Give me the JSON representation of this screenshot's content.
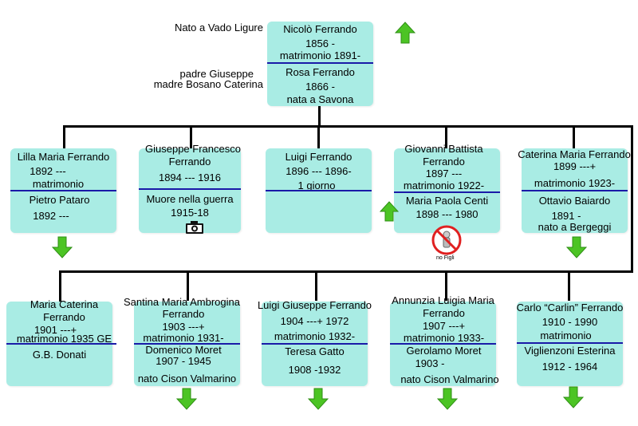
{
  "root": {
    "side_left_top": "Nato a Vado Ligure",
    "side_left_mid1": "padre Giuseppe",
    "side_left_mid2": "madre Bosano Caterina",
    "line1": "Nicolò Ferrando",
    "line2": "1856 -",
    "line3": "matrimonio 1891-",
    "line4": "Rosa Ferrando",
    "line5": "1866 -",
    "line6": "nata a Savona"
  },
  "row1": [
    {
      "lines": [
        "Lilla Maria Ferrando",
        "1892 ---",
        "matrimonio",
        "Pietro Pataro",
        "1892 ---"
      ]
    },
    {
      "lines": [
        "Giuseppe Francesco",
        "Ferrando",
        "1894 --- 1916",
        "Muore nella guerra",
        "1915-18"
      ],
      "icon": "camera-icon"
    },
    {
      "lines": [
        "Luigi Ferrando",
        "1896 --- 1896-",
        "1 giorno"
      ]
    },
    {
      "lines": [
        "Giovanni Battista",
        "Ferrando",
        "1897 ---",
        "matrimonio 1922-",
        "Maria Paola Centi",
        "1898 --- 1980"
      ],
      "badge": "no Figli"
    },
    {
      "lines": [
        "Caterina Maria Ferrando",
        "1899 ---+",
        "matrimonio 1923-",
        "Ottavio Baiardo",
        "1891 -",
        "nato a Bergeggi"
      ]
    }
  ],
  "row2": [
    {
      "lines": [
        "Maria Caterina",
        "Ferrando",
        "1901 ---+",
        "matrimonio 1935 GE",
        "G.B. Donati"
      ]
    },
    {
      "lines": [
        "Santina Maria Ambrogina",
        "Ferrando",
        "1903 ---+",
        "matrimonio 1931-",
        "Domenico Moret",
        "1907 - 1945",
        "nato Cison Valmarino"
      ]
    },
    {
      "lines": [
        "Luigi Giuseppe Ferrando",
        "1904 ---+ 1972",
        "matrimonio 1932-",
        "Teresa Gatto",
        "1908 -1932"
      ]
    },
    {
      "lines": [
        "Annunzia Luigia Maria",
        "Ferrando",
        "1907 ---+",
        "matrimonio 1933-",
        "Gerolamo Moret",
        "1903 -",
        "nato Cison Valmarino"
      ]
    },
    {
      "lines": [
        "Carlo “Carlin” Ferrando",
        "1910 - 1990",
        "matrimonio",
        "Viglienzoni Esterina",
        "1912 - 1964"
      ]
    }
  ],
  "colors": {
    "box": "#a9ece4",
    "separator": "#1a1aa8",
    "arrow": "#4cc424"
  }
}
